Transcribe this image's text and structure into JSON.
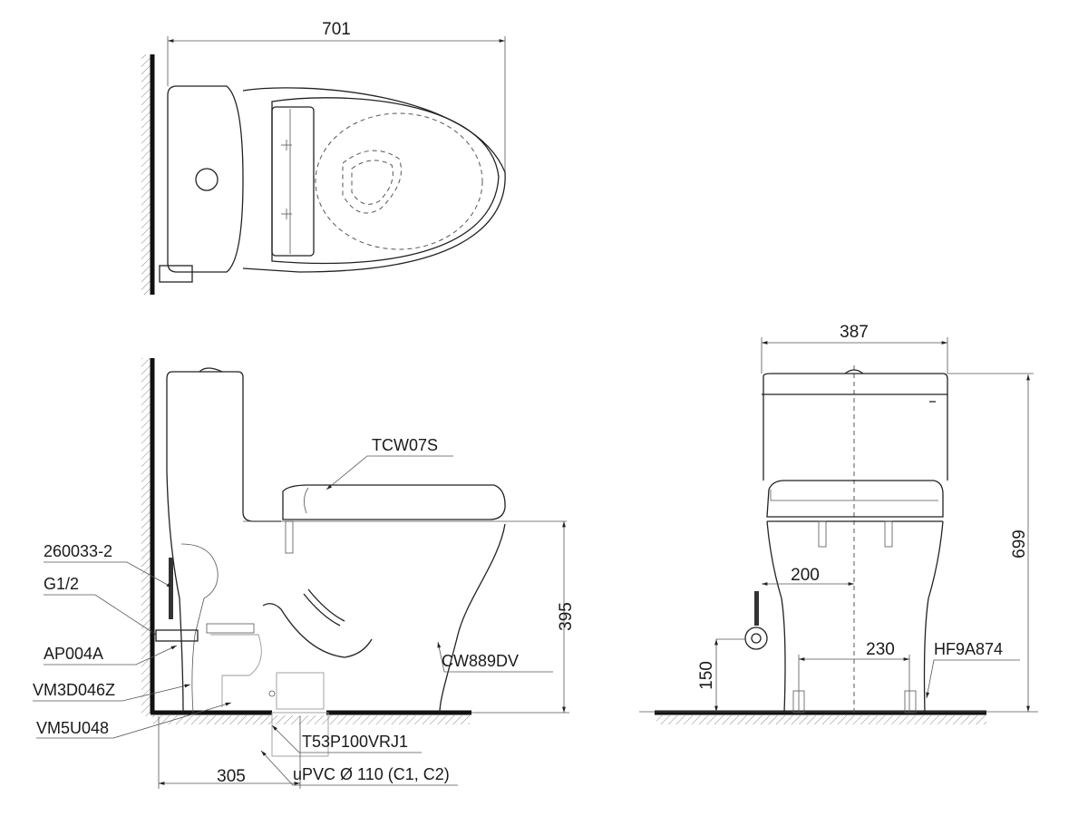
{
  "top_view": {
    "width_dim": "701"
  },
  "side_view": {
    "seat_height_dim": "395",
    "drain_offset_dim": "305",
    "labels": {
      "seat": "TCW07S",
      "hose": "260033-2",
      "thread": "G1/2",
      "valve": "AP004A",
      "flush_valve": "VM3D046Z",
      "outlet": "VM5U048",
      "bowl": "CW889DV",
      "flange": "T53P100VRJ1",
      "pipe": "uPVC Ø 110 (C1, C2)"
    }
  },
  "front_view": {
    "width_dim": "387",
    "height_dim": "699",
    "supply_offset_dim": "200",
    "bolt_spacing_dim": "230",
    "supply_height_dim": "150",
    "bolt_label": "HF9A874"
  }
}
